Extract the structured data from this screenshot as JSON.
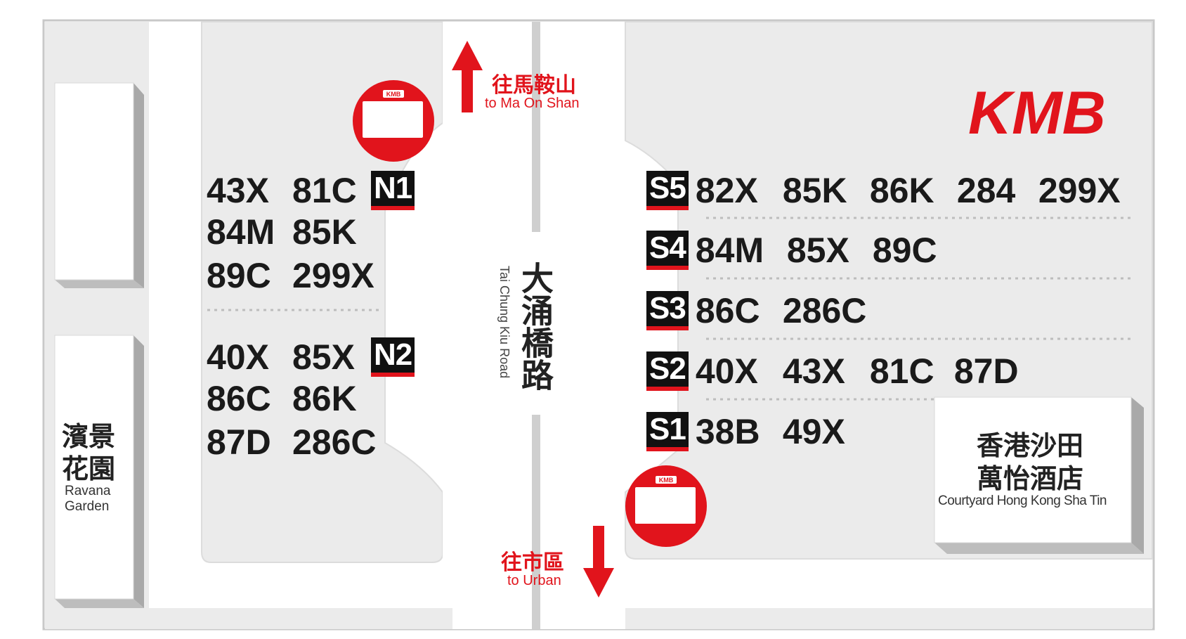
{
  "map": {
    "brand": {
      "logo_text": "KMB",
      "logo_color": "#e1141c"
    },
    "colors": {
      "accent_red": "#e1141c",
      "block_grey": "#ebebeb",
      "road_white": "#ffffff",
      "badge_black": "#111111"
    },
    "road": {
      "name_zh": "大涌橋路",
      "name_en": "Tai Chung Kiu Road"
    },
    "directions": {
      "north": {
        "zh": "往馬鞍山",
        "en": "to Ma On Shan"
      },
      "south": {
        "zh": "往市區",
        "en": "to Urban"
      }
    },
    "buildings": {
      "ravana": {
        "zh_line1": "濱景",
        "zh_line2": "花園",
        "en_line1": "Ravana",
        "en_line2": "Garden"
      },
      "courtyard": {
        "zh_line1": "香港沙田",
        "zh_line2": "萬怡酒店",
        "en": "Courtyard Hong Kong Sha Tin"
      }
    },
    "bus_stop_icon": {
      "label": "KMB"
    },
    "west_stops": {
      "n1": {
        "badge": "N1",
        "rows": [
          [
            "43X",
            "81C"
          ],
          [
            "84M",
            "85K"
          ],
          [
            "89C",
            "299X"
          ]
        ]
      },
      "n2": {
        "badge": "N2",
        "rows": [
          [
            "40X",
            "85X"
          ],
          [
            "86C",
            "86K"
          ],
          [
            "87D",
            "286C"
          ]
        ]
      }
    },
    "east_stops": [
      {
        "badge": "S5",
        "routes": [
          "82X",
          "85K",
          "86K",
          "284",
          "299X"
        ]
      },
      {
        "badge": "S4",
        "routes": [
          "84M",
          "85X",
          "89C"
        ]
      },
      {
        "badge": "S3",
        "routes": [
          "86C",
          "286C"
        ]
      },
      {
        "badge": "S2",
        "routes": [
          "40X",
          "43X",
          "81C",
          "87D"
        ]
      },
      {
        "badge": "S1",
        "routes": [
          "38B",
          "49X"
        ]
      }
    ]
  }
}
